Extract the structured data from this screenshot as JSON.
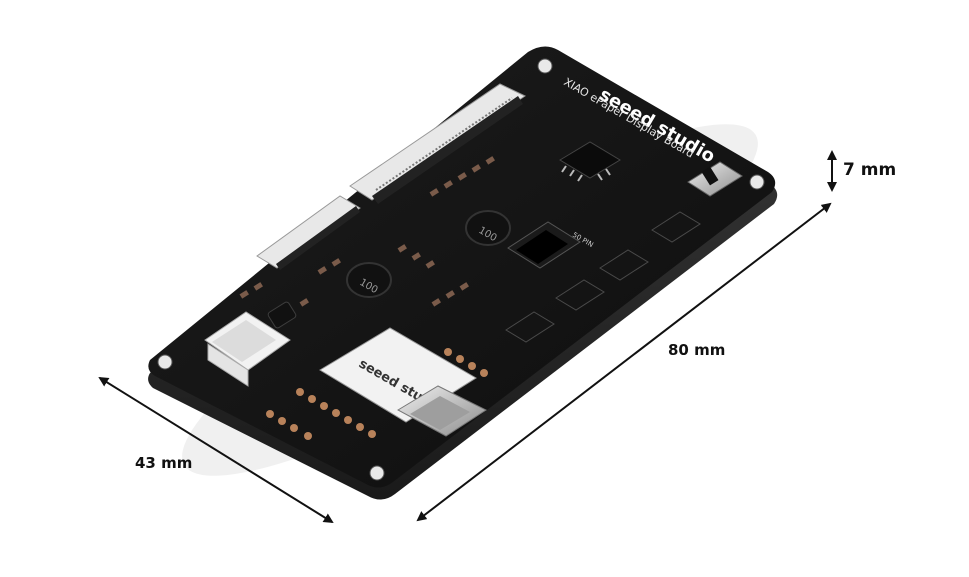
{
  "dimensions": {
    "height": "7 mm",
    "length": "80 mm",
    "width": "43 mm"
  },
  "board": {
    "brand": "seeed studio",
    "name": "XIAO ePaper Display Board",
    "silkscreen": {
      "inductor_a": "100",
      "inductor_b": "100",
      "connector_label": "50 PIN"
    },
    "module_brand": "seeed studio",
    "colors": {
      "pcb": "#151515",
      "pcb_edge": "#2a2a2a",
      "connector": "#e8e8e8",
      "usb_metal": "#c9c9c9",
      "pads": "#b8825a",
      "module": "#f2f2f2"
    }
  }
}
